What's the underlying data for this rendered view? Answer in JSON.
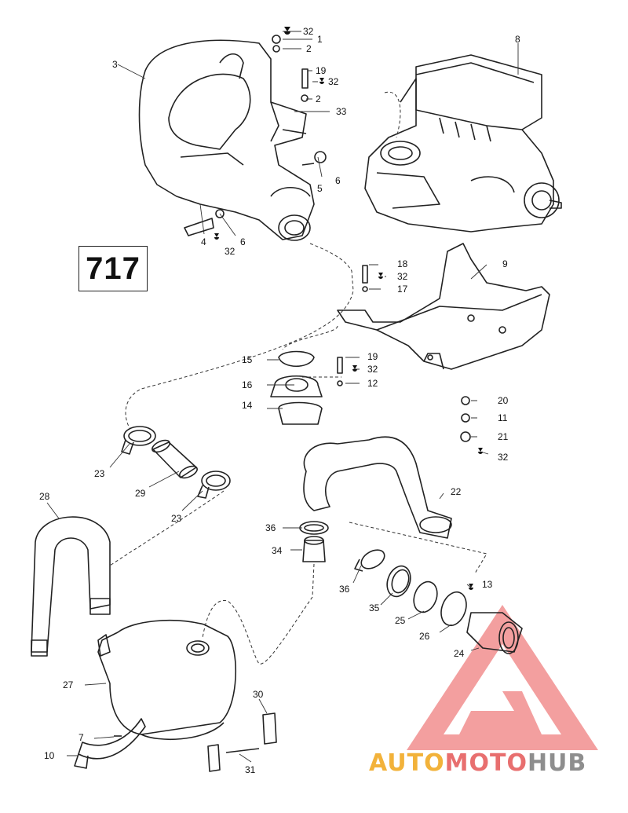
{
  "diagram_code": "717",
  "watermark": {
    "part1": "AUTO",
    "part2": "MOTO",
    "part3": "HUB",
    "colors": {
      "auto": "#f2b23a",
      "moto": "#e86f6f",
      "hub": "#8e8e8e",
      "logo": "#f08080"
    }
  },
  "callouts": {
    "c1": "1",
    "c2a": "2",
    "c2b": "2",
    "c3": "3",
    "c4": "4",
    "c5": "5",
    "c6a": "6",
    "c6b": "6",
    "c7": "7",
    "c8": "8",
    "c9": "9",
    "c10": "10",
    "c11": "11",
    "c12": "12",
    "c13": "13",
    "c14": "14",
    "c15": "15",
    "c16": "16",
    "c17": "17",
    "c18": "18",
    "c19a": "19",
    "c19b": "19",
    "c20": "20",
    "c21": "21",
    "c22": "22",
    "c23a": "23",
    "c23b": "23",
    "c24": "24",
    "c25": "25",
    "c26": "26",
    "c27": "27",
    "c28": "28",
    "c29": "29",
    "c30": "30",
    "c31": "31",
    "c32a": "32",
    "c32b": "32",
    "c32c": "32",
    "c32d": "32",
    "c32e": "32",
    "c32f": "32",
    "c33": "33",
    "c34": "34",
    "c35": "35",
    "c36a": "36",
    "c36b": "36"
  }
}
